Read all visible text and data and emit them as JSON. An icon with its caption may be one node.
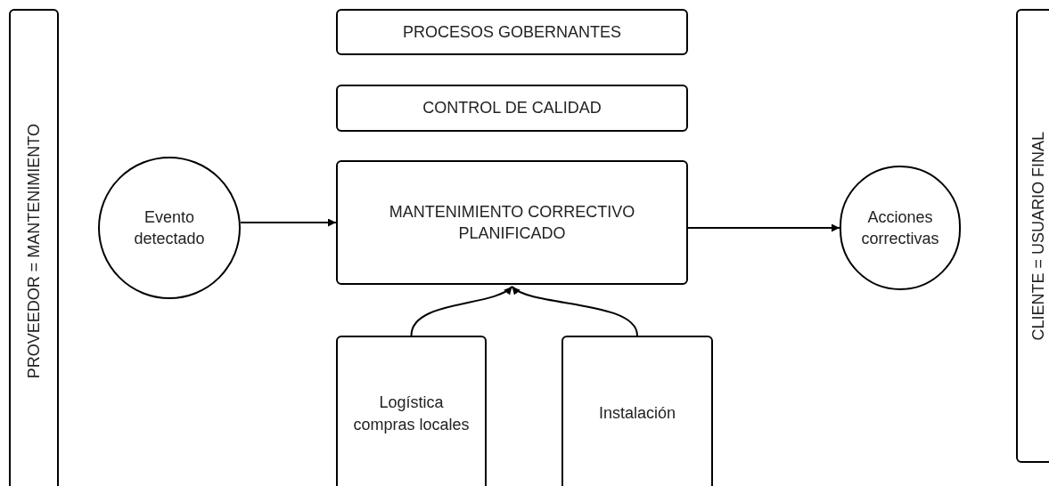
{
  "diagram": {
    "nodes": [
      {
        "text": [
          "PROVEEDOR = MANTENIMIENTO"
        ]
      },
      {
        "text": [
          "PROCESOS GOBERNANTES"
        ]
      },
      {
        "text": [
          "CONTROL DE CALIDAD"
        ]
      },
      {
        "text": [
          "Evento detectado"
        ]
      },
      {
        "text": [
          "MANTENIMIENTO CORRECTIVO PLANIFICADO"
        ]
      },
      {
        "text": [
          "Acciones correctivas"
        ]
      },
      {
        "text": [
          "Logística compras locales"
        ]
      },
      {
        "text": [
          "Instalación"
        ]
      },
      {
        "text": [
          "CLIENTE = USUARIO FINAL"
        ]
      }
    ],
    "edges": [
      {
        "from": 3,
        "to": 4,
        "arrow": "to"
      },
      {
        "from": 4,
        "to": 5,
        "arrow": "to"
      },
      {
        "from": 6,
        "to": 4,
        "arrow": "to"
      },
      {
        "from": 7,
        "to": 4,
        "arrow": "to"
      }
    ]
  }
}
